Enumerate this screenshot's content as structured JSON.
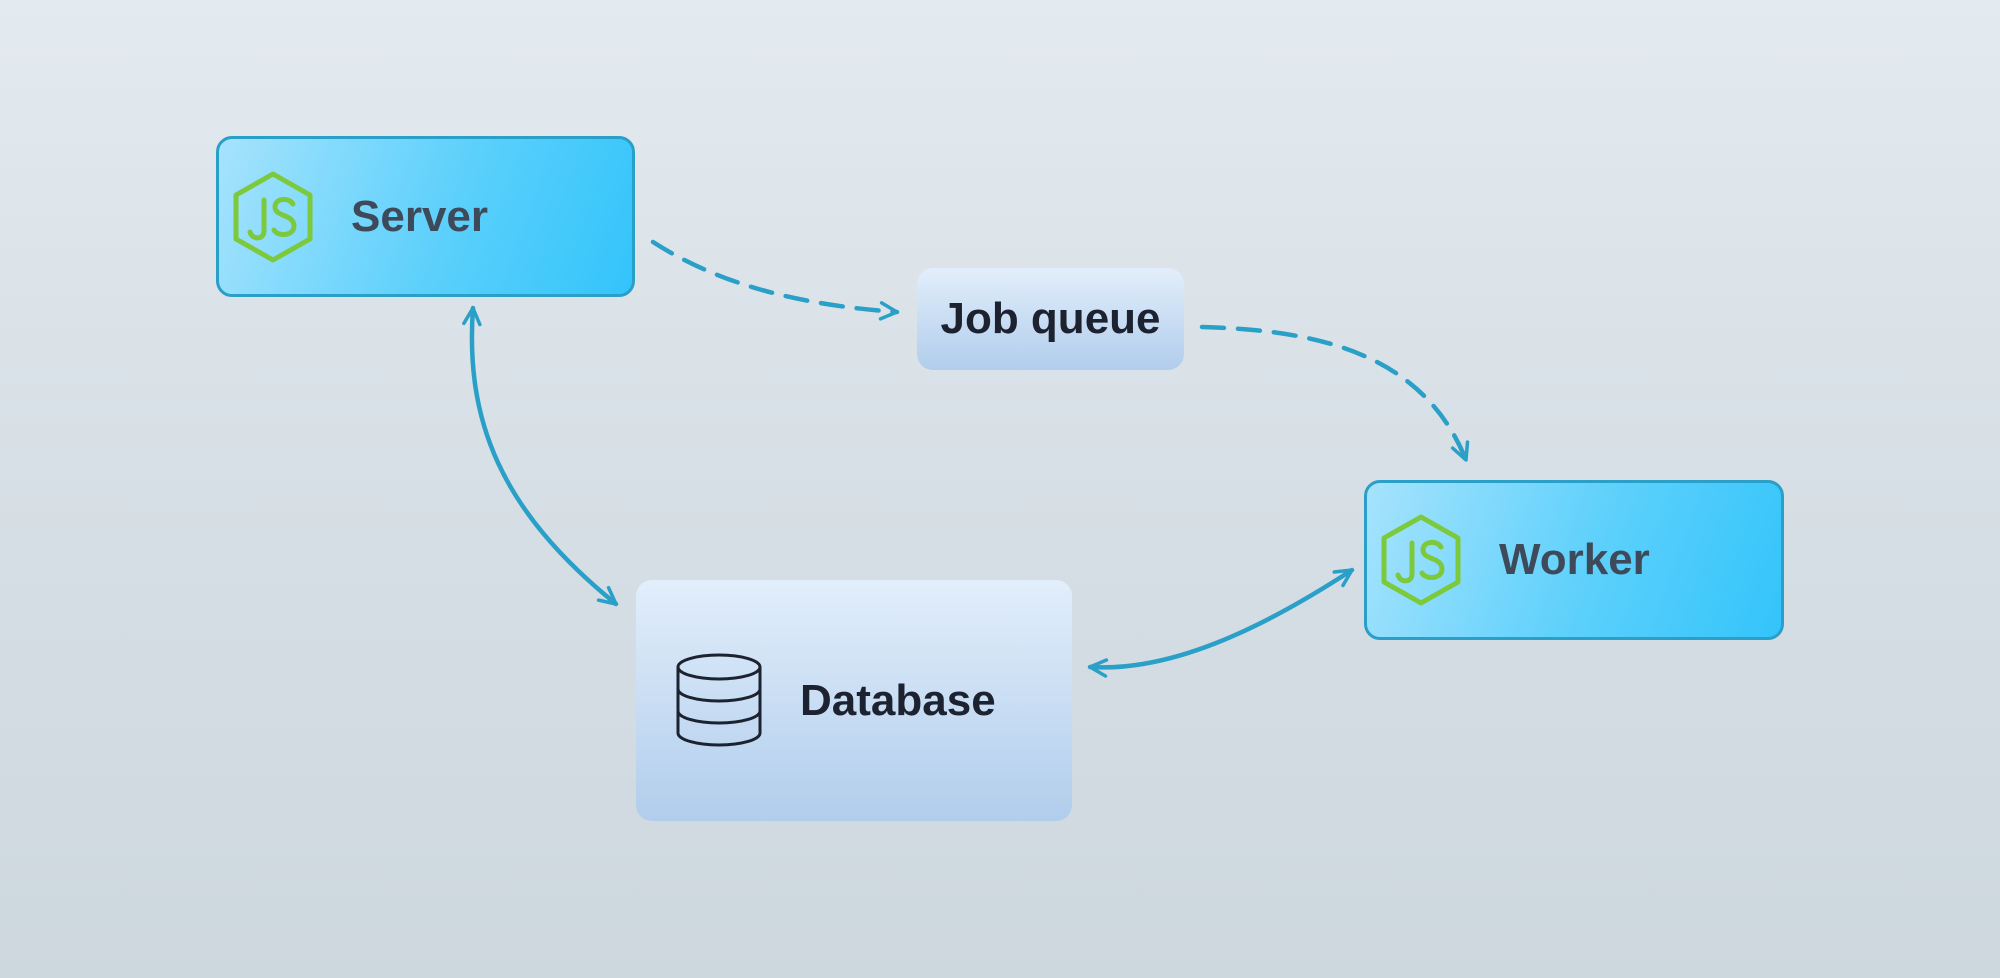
{
  "nodes": {
    "server": {
      "label": "Server",
      "icon": "nodejs-icon"
    },
    "job_queue": {
      "label": "Job queue"
    },
    "worker": {
      "label": "Worker",
      "icon": "nodejs-icon"
    },
    "database": {
      "label": "Database",
      "icon": "database-icon"
    }
  },
  "edges": [
    {
      "from": "server",
      "to": "job_queue",
      "style": "dashed",
      "direction": "forward"
    },
    {
      "from": "job_queue",
      "to": "worker",
      "style": "dashed",
      "direction": "forward"
    },
    {
      "from": "server",
      "to": "database",
      "style": "solid",
      "direction": "both"
    },
    {
      "from": "worker",
      "to": "database",
      "style": "solid",
      "direction": "both"
    }
  ],
  "colors": {
    "edge": "#2a9fc7",
    "js_node_fill": "#5cd0fb",
    "js_node_border": "#2a9fc7",
    "plain_node_fill": "#c7dcf3",
    "nodejs_icon": "#7cc93b",
    "background": "#d9e2e8"
  }
}
